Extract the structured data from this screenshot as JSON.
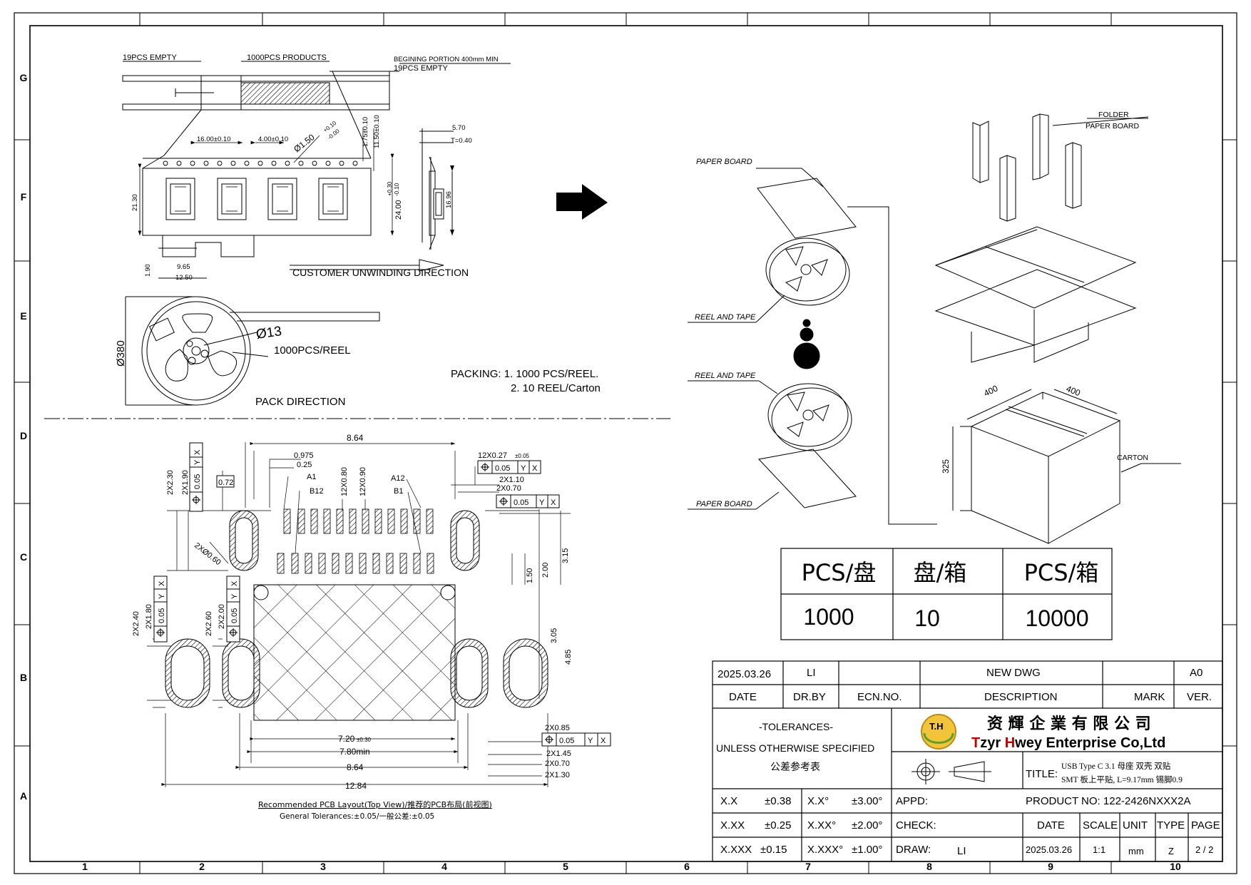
{
  "frame": {
    "columns": [
      "1",
      "2",
      "3",
      "4",
      "5",
      "6",
      "7",
      "8",
      "9",
      "10"
    ],
    "rows": [
      "G",
      "F",
      "E",
      "D",
      "C",
      "B",
      "A"
    ]
  },
  "tape": {
    "empty_lead": "19PCS EMPTY",
    "products": "1000PCS PRODUCTS",
    "beginning": "BEGINING PORTION 400mm MIN",
    "empty_trail": "19PCS EMPTY",
    "pitch": "16.00±0.10",
    "hole_pitch": "4.00±0.10",
    "hole_dia": "Ø1.50",
    "hole_tol_plus": "+0.10",
    "hole_tol_minus": "-0.00",
    "dim_175": "1.75±0.10",
    "dim_1150": "11.50±0.10",
    "dim_2130": "21.30",
    "dim_24": "24.00",
    "dim_24_tol_plus": "+0.30",
    "dim_24_tol_minus": "-0.10",
    "dim_570": "5.70",
    "dim_t": "T=0.40",
    "dim_1696": "16.96",
    "dim_190": "1.90",
    "dim_965": "9.65",
    "dim_1250": "12.50",
    "direction": "CUSTOMER UNWINDING DIRECTION"
  },
  "reel": {
    "dia_outer": "Ø380",
    "dia_hub": "Ø13",
    "qty": "1000PCS/REEL",
    "pack_direction": "PACK DIRECTION",
    "packing_1": "PACKING: 1. 1000 PCS/REEL.",
    "packing_2": "2. 10  REEL/Carton"
  },
  "packaging": {
    "folder": "FOLDER",
    "paper_board_top": "PAPER  BOARD",
    "paper_board_1": "PAPER  BOARD",
    "reel_tape_1": "REEL  AND  TAPE",
    "reel_tape_2": "REEL  AND  TAPE",
    "paper_board_2": "PAPER  BOARD",
    "carton": "CARTON",
    "dim_w": "400",
    "dim_d": "400",
    "dim_h": "325"
  },
  "qty_table": {
    "headers": [
      "PCS/盘",
      "盘/箱",
      "PCS/箱"
    ],
    "values": [
      "1000",
      "10",
      "10000"
    ]
  },
  "pcb": {
    "dim_864_top": "8.64",
    "dim_0975": "0.975",
    "dim_025": "0.25",
    "pad_width": "12X0.27",
    "pad_width_tol": "±0.05",
    "tol_005": "0.05",
    "datum_y": "Y",
    "datum_x": "X",
    "a1": "A1",
    "b12": "B12",
    "a12": "A12",
    "b1": "B1",
    "dim_12x080": "12X0.80",
    "dim_12x090": "12X0.90",
    "dim_2x110": "2X1.10",
    "dim_2x070_top": "2X0.70",
    "dim_072": "0.72",
    "dim_2x230": "2X2.30",
    "dim_2x190": "2X1.90",
    "dim_2x060": "2XØ0.60",
    "dim_150": "1.50",
    "dim_200": "2.00",
    "dim_315": "3.15",
    "dim_2x240": "2X2.40",
    "dim_2x180": "2X1.80",
    "dim_2x260": "2X2.60",
    "dim_2x200": "2X2.00",
    "dim_305": "3.05",
    "dim_485": "4.85",
    "dim_2x085": "2X0.85",
    "dim_2x145": "2X1.45",
    "dim_2x070_bot": "2X0.70",
    "dim_2x130": "2X1.30",
    "dim_720": "7.20",
    "dim_720_tol": "±0.30",
    "dim_780": "7.80min",
    "dim_864_bot": "8.64",
    "dim_1284": "12.84",
    "caption_1": "Recommended PCB Layout(Top View)/推荐的PCB布局(前视图)",
    "caption_2": "General Tolerances:±0.05/一般公差:±0.05"
  },
  "title_block": {
    "rev_date": "2025.03.26",
    "rev_by": "LI",
    "rev_desc": "NEW DWG",
    "rev_ver": "A0",
    "h_date": "DATE",
    "h_drby": "DR.BY",
    "h_ecn": "ECN.NO.",
    "h_desc": "DESCRIPTION",
    "h_mark": "MARK",
    "h_ver": "VER.",
    "tol_title": "-TOLERANCES-",
    "tol_unless": "UNLESS OTHERWISE SPECIFIED",
    "tol_cn": "公差参考表",
    "company_cn": "资 輝 企 業 有 限 公 司",
    "company_en_1": "T",
    "company_en_2": "zyr ",
    "company_en_3": "H",
    "company_en_4": "wey Enterprise Co,Ltd",
    "logo_text": "T.H",
    "title_label": "TITLE:",
    "title_line1": "USB Type C 3.1 母座 双壳 双贴",
    "title_line2": "SMT 板上平贴, L=9.17mm 锡脚0.9",
    "tol_rows": [
      {
        "a": "X.X",
        "b": "±0.38",
        "c": "X.X°",
        "d": "±3.00°"
      },
      {
        "a": "X.XX",
        "b": "±0.25",
        "c": "X.XX°",
        "d": "±2.00°"
      },
      {
        "a": "X.XXX",
        "b": "±0.15",
        "c": "X.XXX°",
        "d": "±1.00°"
      }
    ],
    "appd": "APPD:",
    "check": "CHECK:",
    "draw": "DRAW:",
    "draw_by": "LI",
    "product_no": "PRODUCT NO: 122-2426NXXX2A",
    "h2_date": "DATE",
    "h2_scale": "SCALE",
    "h2_unit": "UNIT",
    "h2_type": "TYPE",
    "h2_page": "PAGE",
    "v_date": "2025.03.26",
    "v_scale": "1:1",
    "v_unit": "mm",
    "v_type": "Z",
    "v_page": "2 / 2"
  }
}
